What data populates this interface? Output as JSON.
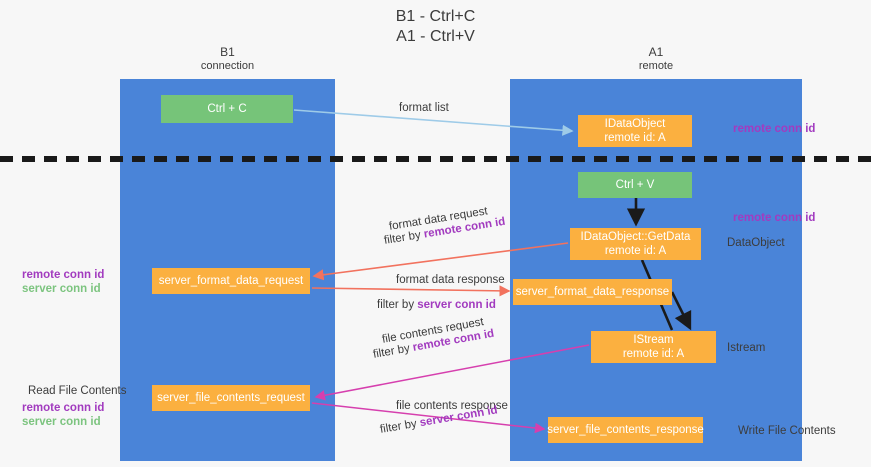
{
  "title": {
    "line1": "B1 - Ctrl+C",
    "line2": "A1 - Ctrl+V"
  },
  "lanes": [
    {
      "id": "b1",
      "name": "B1",
      "subtitle": "connection",
      "color": "#4a84d8"
    },
    {
      "id": "a1",
      "name": "A1",
      "subtitle": "remote",
      "color": "#4a84d8"
    }
  ],
  "nodes": {
    "ctrl_c": {
      "label": "Ctrl + C",
      "color": "#76c479"
    },
    "idataobject": {
      "line1": "IDataObject",
      "line2": "remote id: A",
      "color": "#fbb040"
    },
    "ctrl_v": {
      "label": "Ctrl + V",
      "color": "#76c479"
    },
    "getdata": {
      "line1": "IDataObject::GetData",
      "line2": "remote id: A",
      "color": "#fbb040"
    },
    "server_format_data_request": {
      "label": "server_format_data_request",
      "color": "#fbb040"
    },
    "server_format_data_response": {
      "label": "server_format_data_response",
      "color": "#fbb040"
    },
    "istream": {
      "line1": "IStream",
      "line2": "remote id: A",
      "color": "#fbb040"
    },
    "server_file_contents_request": {
      "label": "server_file_contents_request",
      "color": "#fbb040"
    },
    "server_file_contents_response": {
      "label": "server_file_contents_response",
      "color": "#fbb040"
    }
  },
  "edge_labels": {
    "format_list": "format list",
    "format_data_request": "format data request",
    "format_data_request_filter_prefix": "filter by ",
    "format_data_request_filter_key": "remote conn id",
    "format_data_response": "format data response",
    "format_data_response_filter_prefix": "filter by ",
    "format_data_response_filter_key": "server conn id",
    "file_contents_request": "file contents request",
    "file_contents_request_filter_prefix": "filter by ",
    "file_contents_request_filter_key": "remote conn id",
    "file_contents_response": "file contents response",
    "file_contents_response_filter_prefix": "filter by ",
    "file_contents_response_filter_key": "server conn id"
  },
  "annotations": {
    "right_remote_conn_id_top": "remote conn id",
    "right_remote_conn_id_mid": "remote conn id",
    "right_dataobject": "DataObject",
    "right_istream": "Istream",
    "right_write_file_contents": "Write File Contents",
    "left_remote_conn_id_mid": "remote conn id",
    "left_server_conn_id_mid": "server conn id",
    "left_read_file_contents": "Read File Contents",
    "left_remote_conn_id_bottom": "remote conn id",
    "left_server_conn_id_bottom": "server conn id"
  },
  "colors": {
    "lane": "#4a84d8",
    "node_green": "#76c479",
    "node_orange": "#fbb040",
    "remote_conn_id": "#a23bbf",
    "server_conn_id": "#7cc47f",
    "arrow_light_blue": "#9ecbe8",
    "arrow_red": "#f2725e",
    "arrow_magenta": "#d63fae",
    "arrow_black": "#1a1a1a",
    "background": "#f7f7f7",
    "separator": "#1a1a1a"
  }
}
